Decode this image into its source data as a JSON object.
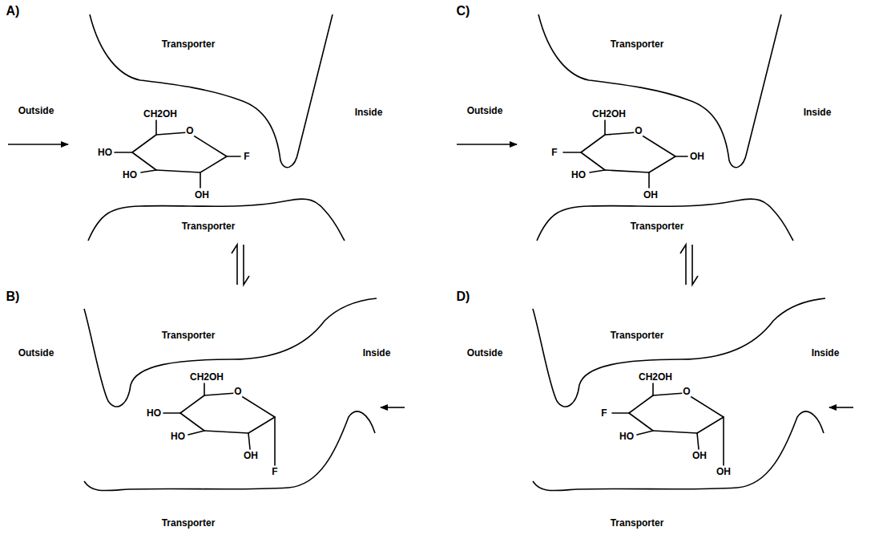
{
  "diagram": {
    "labels": [
      "A)",
      "Transporter",
      "Outside",
      "Inside",
      "CH2OH",
      "O",
      "HO",
      "HO",
      "OH",
      "F",
      "Transporter",
      "B)",
      "Transporter",
      "Outside",
      "Inside",
      "CH2OH",
      "O",
      "HO",
      "HO",
      "OH",
      "F",
      "Transporter",
      "C)",
      "Transporter",
      "Outside",
      "Inside",
      "CH2OH",
      "O",
      "F",
      "HO",
      "OH",
      "OH",
      "Transporter",
      "D)",
      "Transporter",
      "Outside",
      "Inside",
      "CH2OH",
      "O",
      "F",
      "HO",
      "OH",
      "OH",
      "Transporter"
    ]
  }
}
